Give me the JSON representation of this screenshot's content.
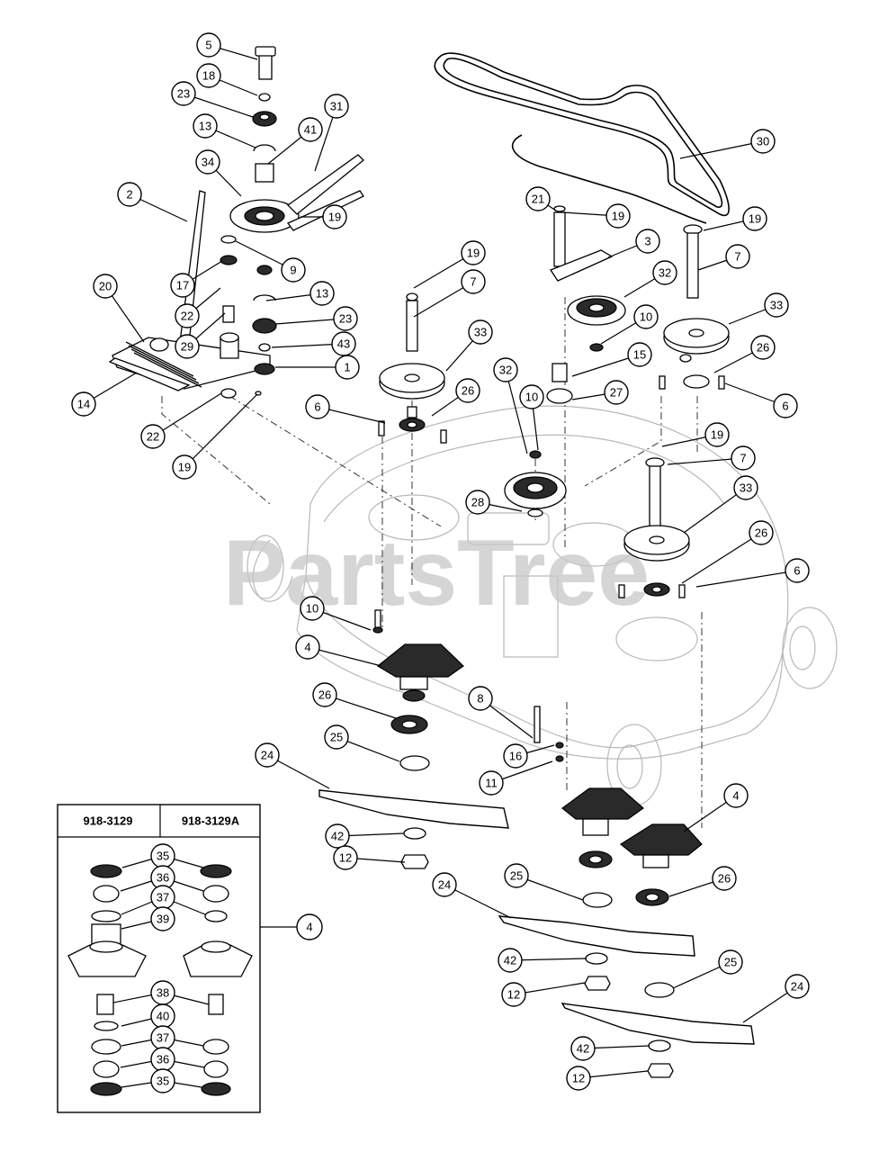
{
  "watermark": "PartsTree",
  "inset": {
    "header_left": "918-3129",
    "header_right": "918-3129A",
    "callout": "4"
  },
  "callouts": [
    "5",
    "18",
    "23",
    "13",
    "41",
    "31",
    "34",
    "2",
    "19",
    "9",
    "17",
    "20",
    "22",
    "13",
    "23",
    "29",
    "43",
    "1",
    "14",
    "22",
    "19",
    "19",
    "7",
    "33",
    "6",
    "26",
    "30",
    "21",
    "19",
    "3",
    "32",
    "10",
    "15",
    "27",
    "19",
    "7",
    "33",
    "26",
    "6",
    "32",
    "10",
    "28",
    "19",
    "7",
    "33",
    "26",
    "6",
    "10",
    "4",
    "26",
    "25",
    "8",
    "16",
    "11",
    "24",
    "42",
    "12",
    "4",
    "26",
    "25",
    "24",
    "42",
    "12",
    "25",
    "24",
    "42",
    "12",
    "35",
    "35",
    "36",
    "36",
    "37",
    "37",
    "39",
    "38",
    "38",
    "40",
    "37",
    "37",
    "36",
    "36",
    "35",
    "35"
  ]
}
